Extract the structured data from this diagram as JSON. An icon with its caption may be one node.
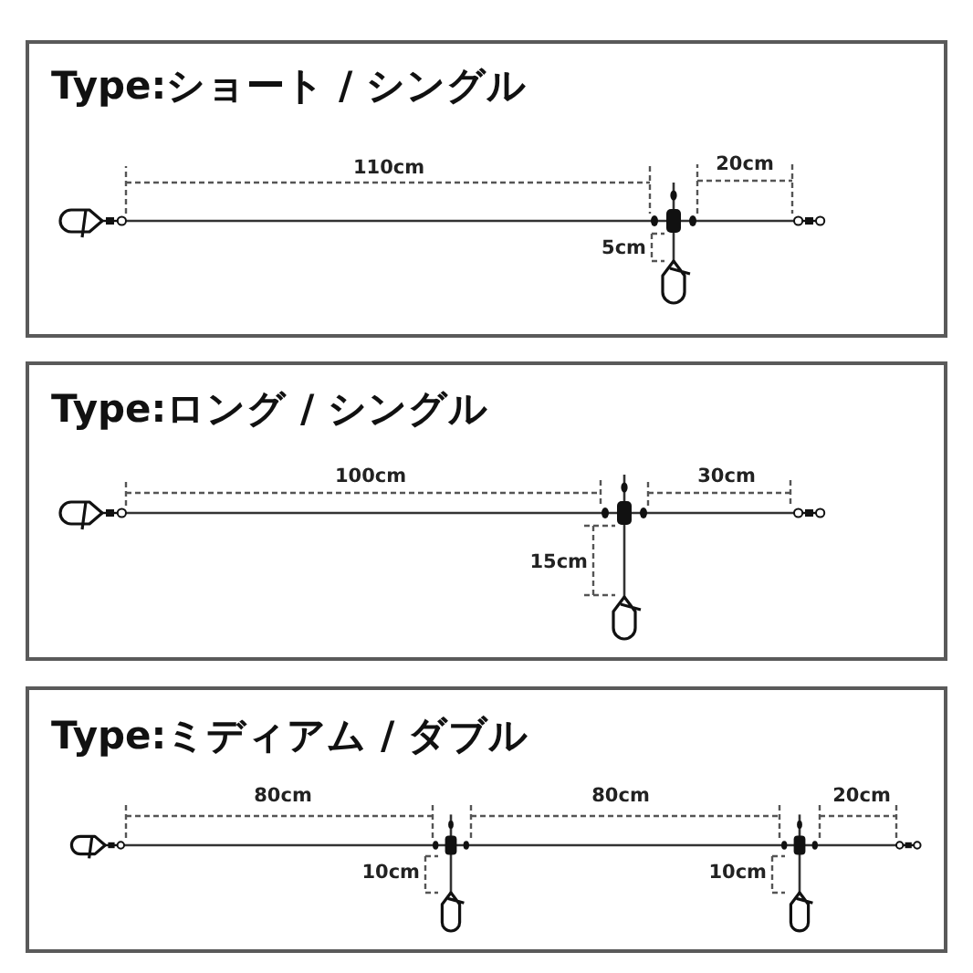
{
  "diagram": {
    "nodes": [
      {
        "text": [
          "Type:ショート / シングル"
        ]
      },
      {
        "text": [
          "Type:ロング / シングル"
        ]
      },
      {
        "text": [
          "Type:ミディアム / ダブル"
        ]
      }
    ],
    "labels": [
      "110cm",
      "20cm",
      "5cm",
      "100cm",
      "30cm",
      "15cm",
      "80cm",
      "80cm",
      "20cm",
      "10cm",
      "10cm"
    ]
  }
}
